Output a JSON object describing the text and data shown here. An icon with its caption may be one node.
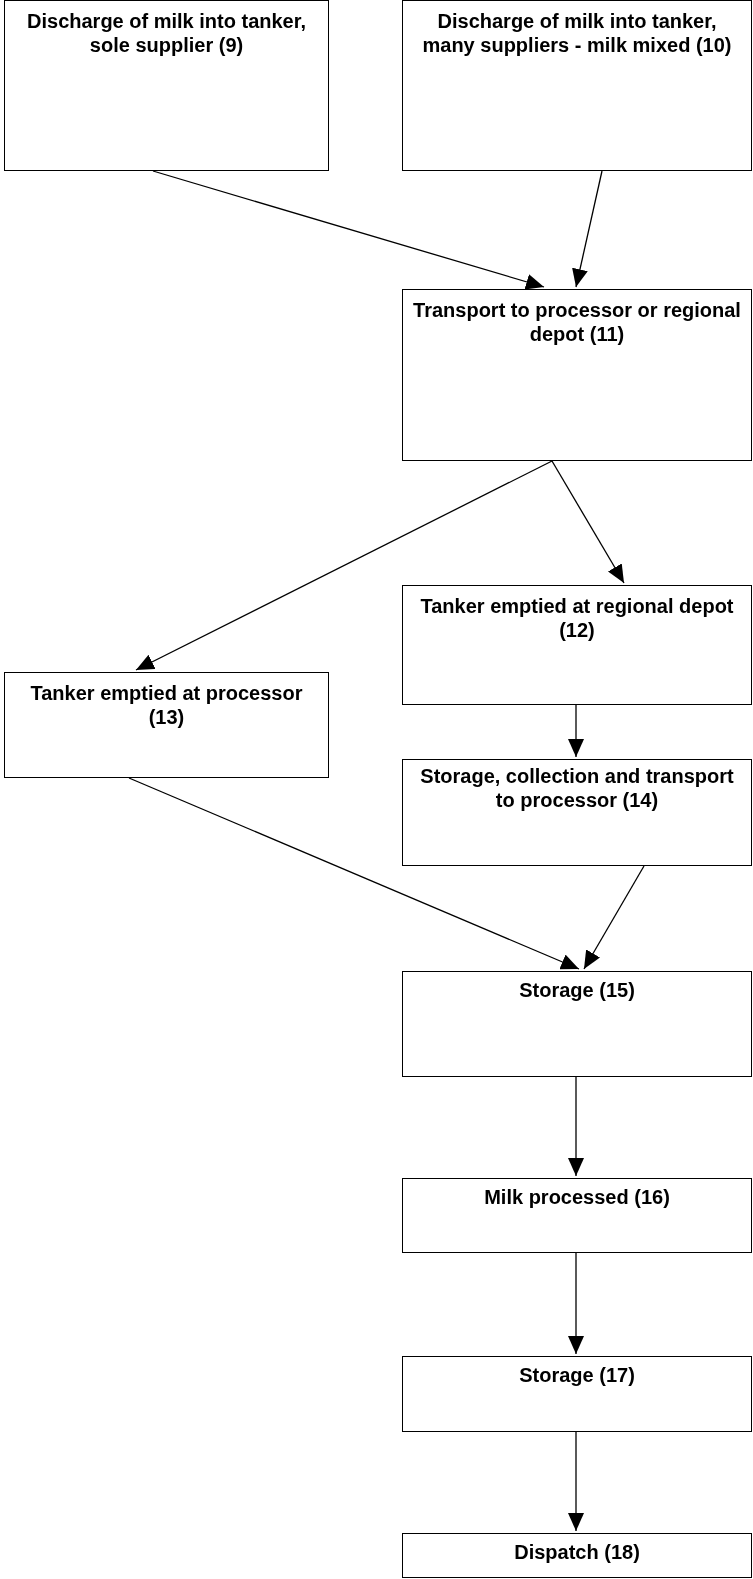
{
  "diagram": {
    "nodes": [
      {
        "text": [
          "Discharge of milk into tanker, sole supplier (9)"
        ]
      },
      {
        "text": [
          "Discharge of milk into tanker, many suppliers - milk mixed (10)"
        ]
      },
      {
        "text": [
          "Transport to processor or regional depot (11)"
        ]
      },
      {
        "text": [
          "Tanker emptied at regional depot (12)"
        ]
      },
      {
        "text": [
          "Tanker emptied at processor (13)"
        ]
      },
      {
        "text": [
          "Storage, collection and transport to processor (14)"
        ]
      },
      {
        "text": [
          "Storage (15)"
        ]
      },
      {
        "text": [
          "Milk processed (16)"
        ]
      },
      {
        "text": [
          "Storage (17)"
        ]
      },
      {
        "text": [
          "Dispatch (18)"
        ]
      }
    ],
    "edges": [
      {
        "from": 0,
        "to": 2,
        "arrow": "to"
      },
      {
        "from": 1,
        "to": 2,
        "arrow": "to"
      },
      {
        "from": 2,
        "to": 3,
        "arrow": "to"
      },
      {
        "from": 2,
        "to": 4,
        "arrow": "to"
      },
      {
        "from": 3,
        "to": 5,
        "arrow": "to"
      },
      {
        "from": 4,
        "to": 6,
        "arrow": "to"
      },
      {
        "from": 5,
        "to": 6,
        "arrow": "to"
      },
      {
        "from": 6,
        "to": 7,
        "arrow": "to"
      },
      {
        "from": 7,
        "to": 8,
        "arrow": "to"
      },
      {
        "from": 8,
        "to": 9,
        "arrow": "to"
      }
    ]
  }
}
